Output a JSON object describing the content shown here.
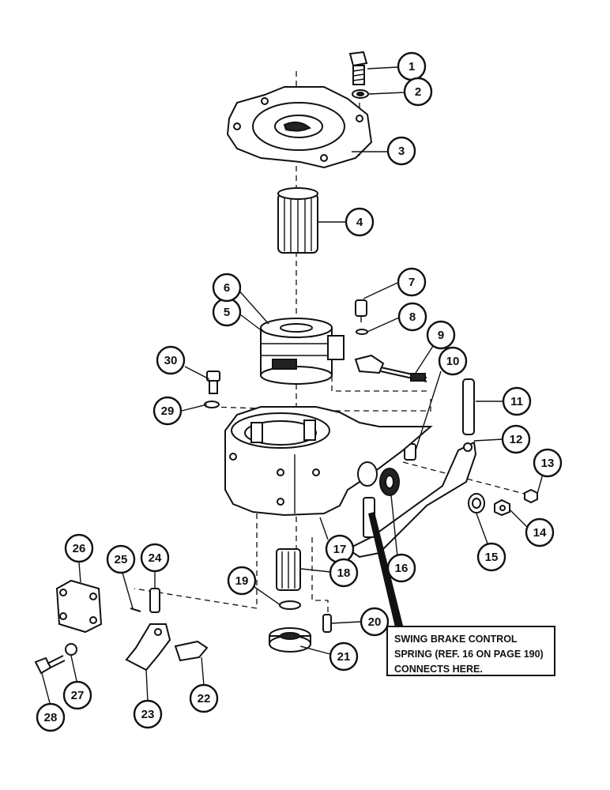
{
  "callouts": [
    {
      "label": "1"
    },
    {
      "label": "2"
    },
    {
      "label": "3"
    },
    {
      "label": "4"
    },
    {
      "label": "5"
    },
    {
      "label": "6"
    },
    {
      "label": "7"
    },
    {
      "label": "8"
    },
    {
      "label": "9"
    },
    {
      "label": "10"
    },
    {
      "label": "11"
    },
    {
      "label": "12"
    },
    {
      "label": "13"
    },
    {
      "label": "14"
    },
    {
      "label": "15"
    },
    {
      "label": "16"
    },
    {
      "label": "17"
    },
    {
      "label": "18"
    },
    {
      "label": "19"
    },
    {
      "label": "20"
    },
    {
      "label": "21"
    },
    {
      "label": "22"
    },
    {
      "label": "23"
    },
    {
      "label": "24"
    },
    {
      "label": "25"
    },
    {
      "label": "26"
    },
    {
      "label": "27"
    },
    {
      "label": "28"
    },
    {
      "label": "29"
    },
    {
      "label": "30"
    }
  ],
  "note": {
    "line1": "SWING BRAKE CONTROL",
    "line2": "SPRING (REF. 16 ON PAGE 190)",
    "line3": "CONNECTS HERE."
  }
}
